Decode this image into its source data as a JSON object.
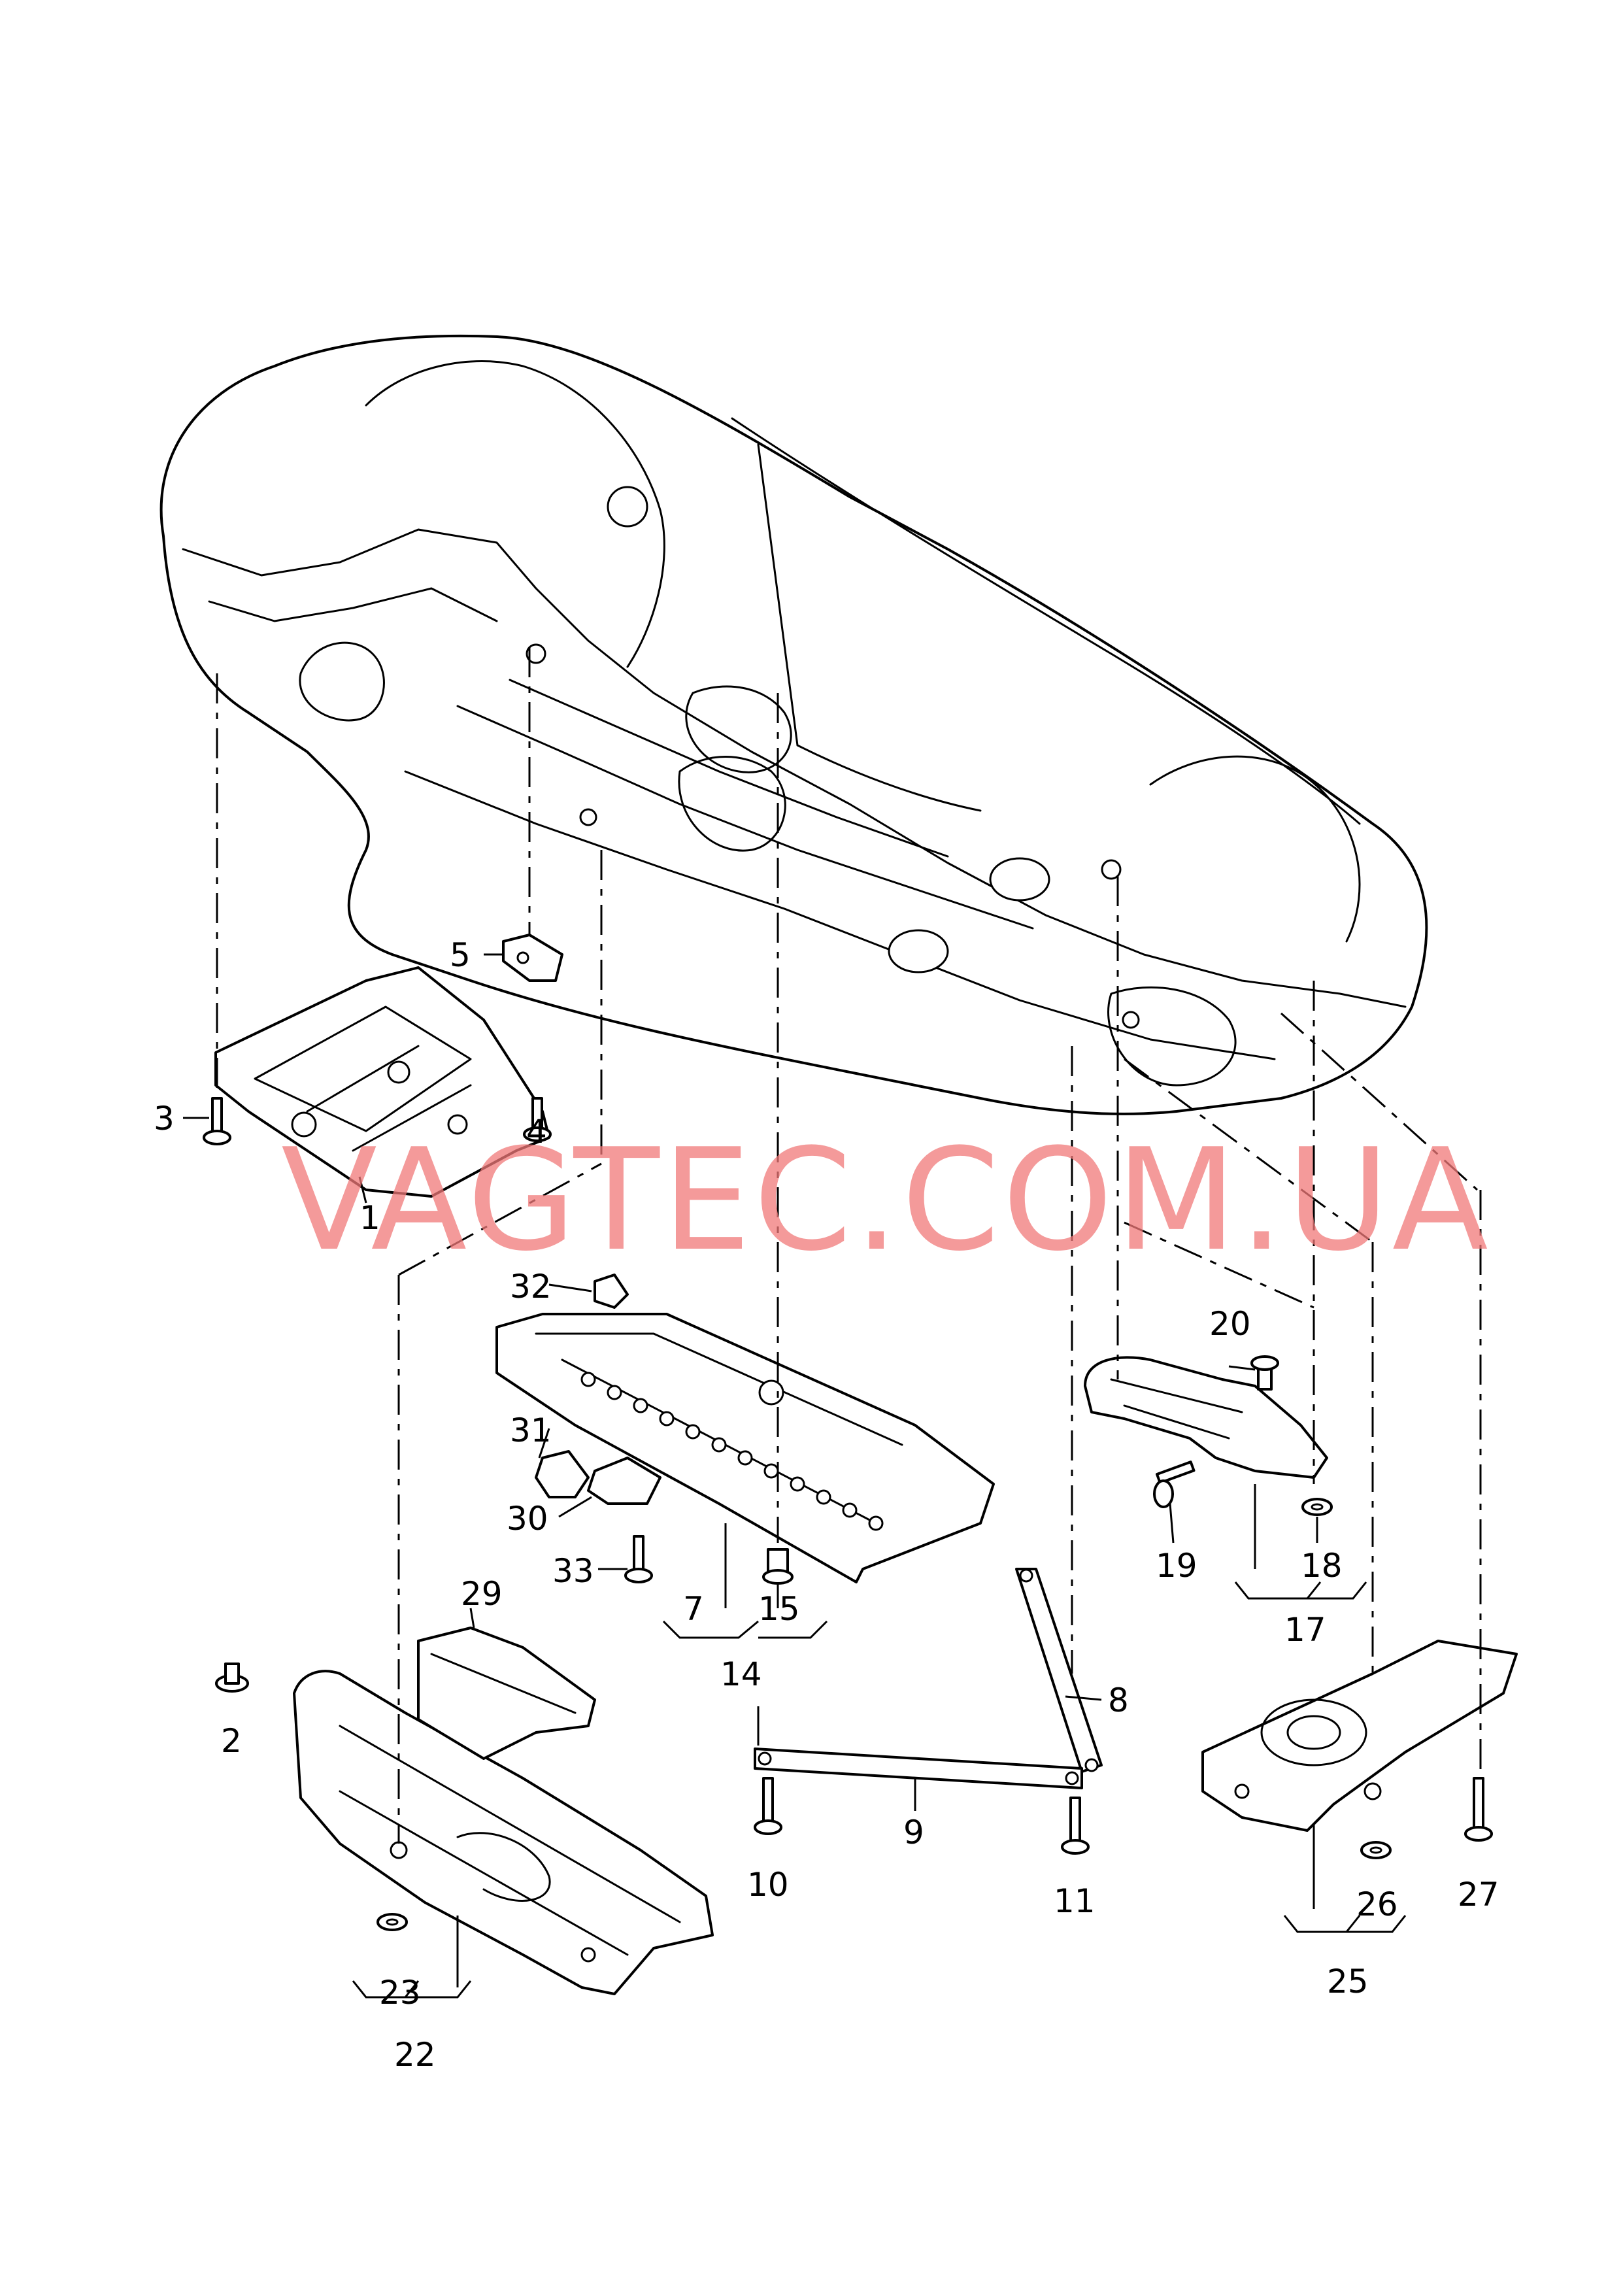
{
  "watermark": "VAGTEC.COM.UA",
  "colors": {
    "line": "#000000",
    "background": "#ffffff",
    "watermark": "#f07878"
  },
  "callouts": [
    {
      "id": "c1",
      "label": "1"
    },
    {
      "id": "c2",
      "label": "2"
    },
    {
      "id": "c3",
      "label": "3"
    },
    {
      "id": "c4",
      "label": "4"
    },
    {
      "id": "c5",
      "label": "5"
    },
    {
      "id": "c7",
      "label": "7"
    },
    {
      "id": "c8",
      "label": "8"
    },
    {
      "id": "c9",
      "label": "9"
    },
    {
      "id": "c10",
      "label": "10"
    },
    {
      "id": "c11",
      "label": "11"
    },
    {
      "id": "c14",
      "label": "14"
    },
    {
      "id": "c15",
      "label": "15"
    },
    {
      "id": "c17",
      "label": "17"
    },
    {
      "id": "c18",
      "label": "18"
    },
    {
      "id": "c19",
      "label": "19"
    },
    {
      "id": "c20",
      "label": "20"
    },
    {
      "id": "c22",
      "label": "22"
    },
    {
      "id": "c23",
      "label": "23"
    },
    {
      "id": "c25",
      "label": "25"
    },
    {
      "id": "c26",
      "label": "26"
    },
    {
      "id": "c27",
      "label": "27"
    },
    {
      "id": "c29",
      "label": "29"
    },
    {
      "id": "c30",
      "label": "30"
    },
    {
      "id": "c31",
      "label": "31"
    },
    {
      "id": "c32",
      "label": "32"
    },
    {
      "id": "c33",
      "label": "33"
    }
  ]
}
